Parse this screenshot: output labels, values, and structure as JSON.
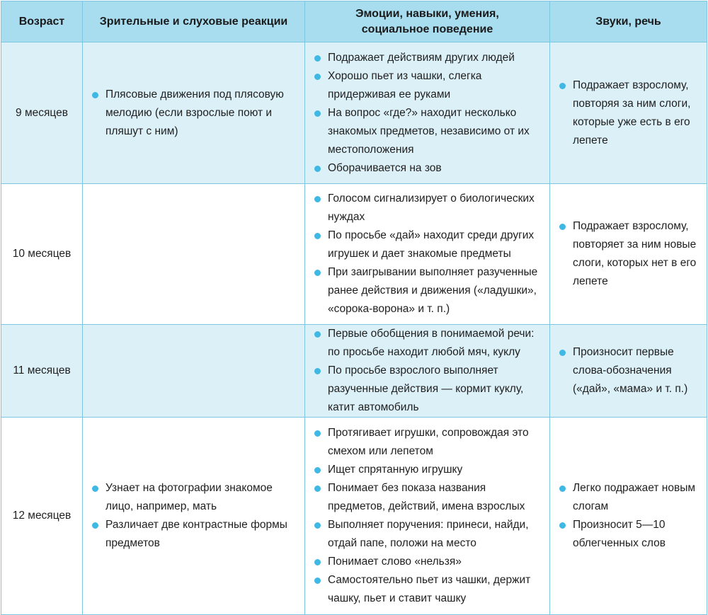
{
  "colors": {
    "header_bg": "#a8dcef",
    "shaded_row_bg": "#dcf0f8",
    "border": "#7cc6e2",
    "bullet": "#3fb8e4"
  },
  "icons": {
    "bullet": "bullet-dot-icon"
  },
  "table": {
    "headers": [
      "Возраст",
      "Зрительные и слуховые реакции",
      "Эмоции, навыки, умения,\nсоциальное поведение",
      "Звуки, речь"
    ],
    "rows": [
      {
        "age": "9 месяцев",
        "shaded": true,
        "visual": [
          "Плясовые движения под плясовую мелодию (если взрослые поют и пляшут с ним)"
        ],
        "emotions": [
          "Подражает действиям других людей",
          "Хорошо пьет из чашки, слегка придерживая ее руками",
          "На вопрос «где?» находит несколько знакомых предметов, независимо от их местоположения",
          "Оборачивается на зов"
        ],
        "speech": [
          "Подражает взрослому, повторяя за ним слоги, которые уже есть в его лепете"
        ]
      },
      {
        "age": "10 месяцев",
        "shaded": false,
        "visual": [],
        "emotions": [
          "Голосом сигнализирует о биологических нуждах",
          "По просьбе «дай» находит среди других игрушек и дает знакомые предметы",
          "При заигрывании выполняет разученные ранее действия и движения («ладушки», «сорока-ворона» и т. п.)"
        ],
        "speech": [
          "Подражает взрослому, повторяет за ним новые слоги, которых нет в его лепете"
        ]
      },
      {
        "age": "11 месяцев",
        "shaded": true,
        "visual": [],
        "emotions": [
          "Первые обобщения в понимаемой речи: по просьбе находит любой мяч, куклу",
          "По просьбе взрослого выполняет разученные действия — кормит куклу, катит автомобиль"
        ],
        "speech": [
          "Произносит первые слова-обозначения («дай», «мама» и т. п.)"
        ]
      },
      {
        "age": "12 месяцев",
        "shaded": false,
        "visual": [
          "Узнает на фотографии знакомое лицо, например, мать",
          "Различает две контрастные формы предметов"
        ],
        "emotions": [
          "Протягивает игрушки, сопровождая это смехом или лепетом",
          "Ищет спрятанную игрушку",
          "Понимает без показа названия предметов, действий, имена взрослых",
          "Выполняет поручения: принеси, найди, отдай папе, положи на место",
          "Понимает слово «нельзя»",
          "Самостоятельно пьет из чашки, держит чашку, пьет и ставит чашку"
        ],
        "speech": [
          "Легко подражает новым слогам",
          "Произносит 5—10 облегченных слов"
        ]
      }
    ]
  }
}
